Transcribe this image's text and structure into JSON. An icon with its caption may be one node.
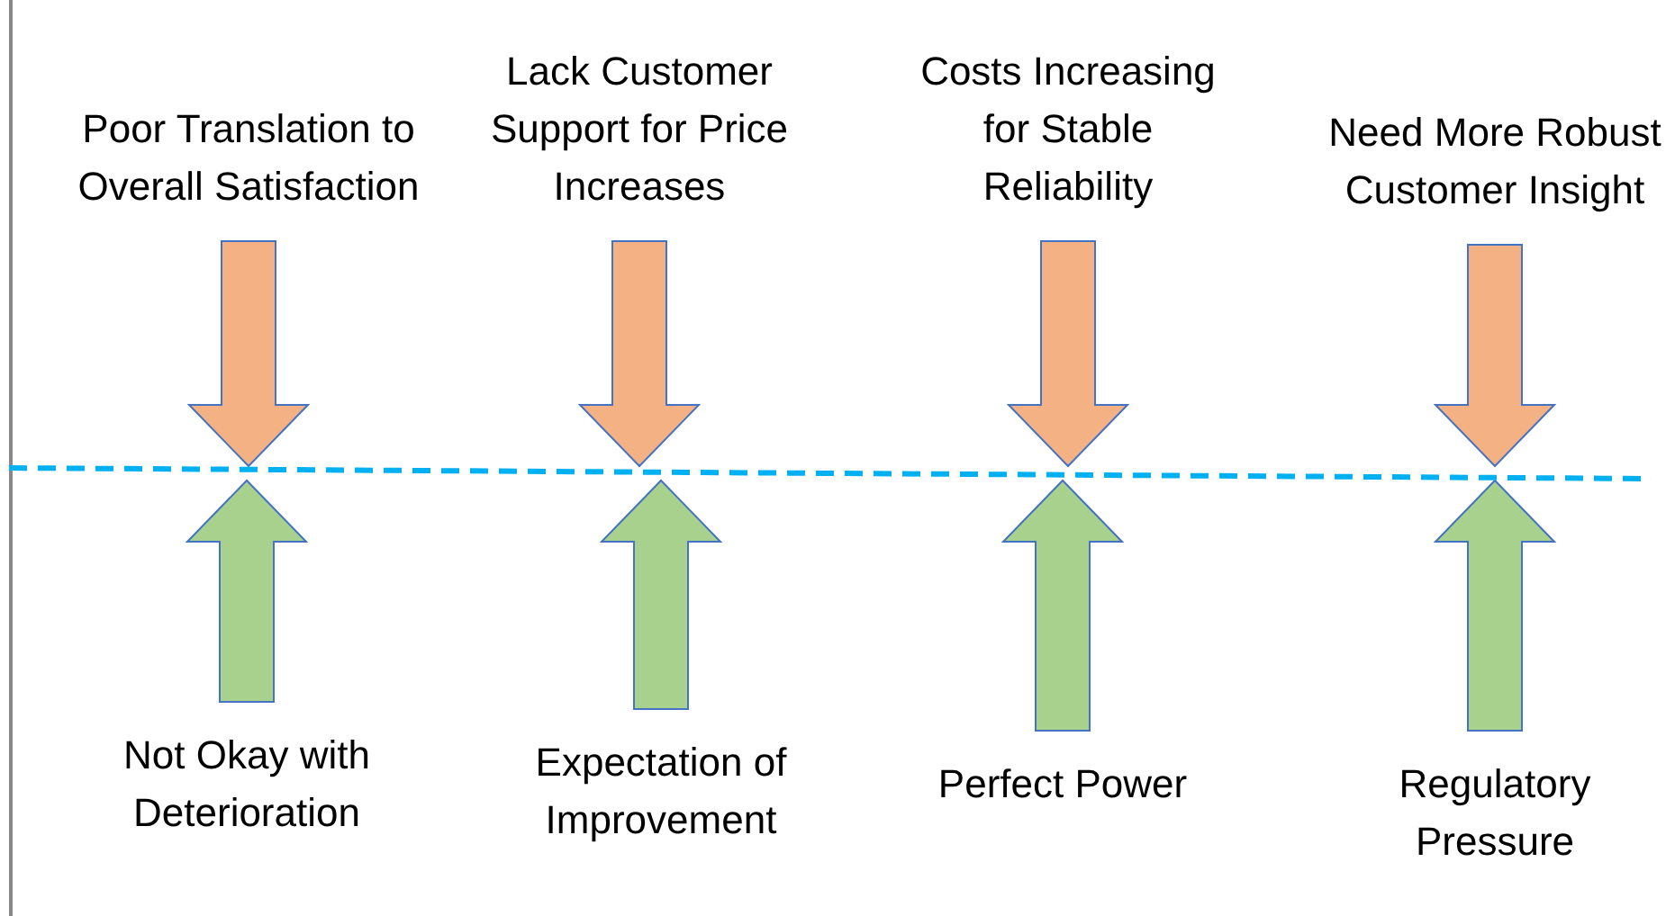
{
  "diagram": {
    "nodes": [
      {
        "text": [
          "Poor Translation to Overall Satisfaction"
        ]
      },
      {
        "text": [
          "Lack Customer Support for Price Increases"
        ]
      },
      {
        "text": [
          "Costs Increasing for Stable Reliability"
        ]
      },
      {
        "text": [
          "Need More Robust Customer Insight"
        ]
      },
      {
        "text": [
          "Not Okay with Deterioration"
        ]
      },
      {
        "text": [
          "Expectation of Improvement"
        ]
      },
      {
        "text": [
          "Perfect Power"
        ]
      },
      {
        "text": [
          "Regulatory Pressure"
        ]
      },
      {
        "text": [],
        "shape": "bar"
      }
    ],
    "edges": [
      {
        "from": 0,
        "to": 8,
        "arrow": "to",
        "color": "#f4b183"
      },
      {
        "from": 1,
        "to": 8,
        "arrow": "to",
        "color": "#f4b183"
      },
      {
        "from": 2,
        "to": 8,
        "arrow": "to",
        "color": "#f4b183"
      },
      {
        "from": 3,
        "to": 8,
        "arrow": "to",
        "color": "#f4b183"
      },
      {
        "from": 4,
        "to": 8,
        "arrow": "to",
        "color": "#a9d18e"
      },
      {
        "from": 5,
        "to": 8,
        "arrow": "to",
        "color": "#a9d18e"
      },
      {
        "from": 6,
        "to": 8,
        "arrow": "to",
        "color": "#a9d18e"
      },
      {
        "from": 7,
        "to": 8,
        "arrow": "to",
        "color": "#a9d18e"
      }
    ]
  }
}
